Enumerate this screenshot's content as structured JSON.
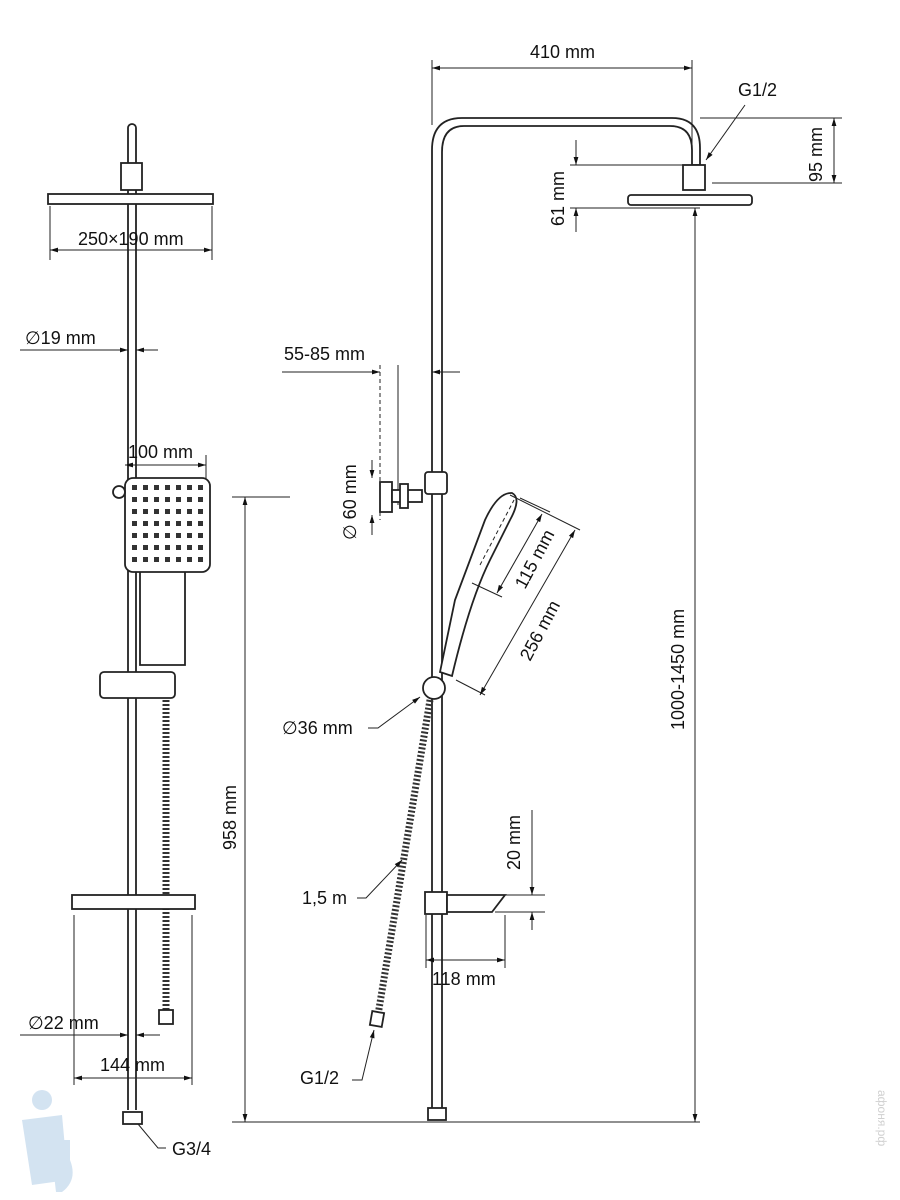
{
  "title": "Shower system dimensional drawing",
  "left_view": {
    "head_size": "250×190 mm",
    "pipe_diameter": "∅19 mm",
    "hand_shower_width": "100 mm",
    "total_height": "958 mm",
    "bottom_pipe_diameter": "∅22 mm",
    "soap_dish_width": "144 mm",
    "bottom_thread": "G3/4"
  },
  "right_view": {
    "arm_reach": "410 mm",
    "head_thread": "G1/2",
    "head_drop": "95 mm",
    "head_height": "61 mm",
    "bracket_range": "55-85 mm",
    "bracket_diameter": "∅ 60 mm",
    "hand_head_length": "115 mm",
    "hand_shower_length": "256 mm",
    "adjustable_height": "1000-1450 mm",
    "diverter_diameter": "∅36 mm",
    "soap_dish_height": "20 mm",
    "hose_length": "1,5 m",
    "soap_dish_depth": "118 mm",
    "hose_thread": "G1/2"
  },
  "watermark": "афоня.рф"
}
